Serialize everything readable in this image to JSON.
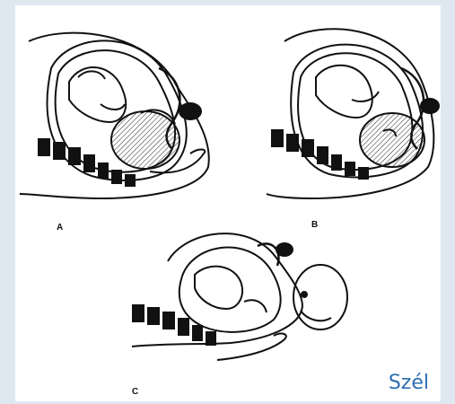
{
  "panels": [
    {
      "label": "A"
    },
    {
      "label": "B"
    },
    {
      "label": "C"
    }
  ],
  "caption": "Szél",
  "colors": {
    "background": "#dfe8f1",
    "panel": "#ffffff",
    "ink": "#111111",
    "caption": "#2e6fb3"
  }
}
